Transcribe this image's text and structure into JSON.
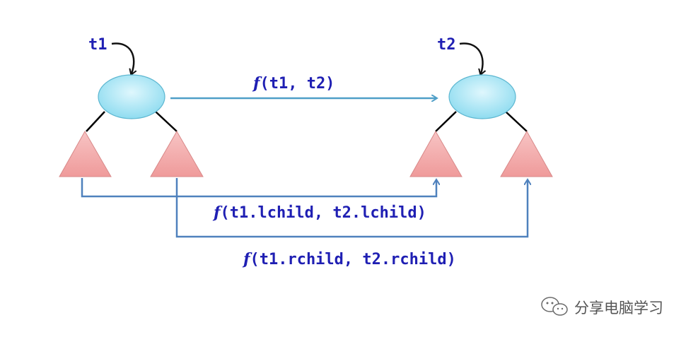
{
  "nodes": {
    "t1": "t1",
    "t2": "t2"
  },
  "edges": {
    "root_call": {
      "fn": "f",
      "args": "(t1, t2)"
    },
    "lchild_call": {
      "fn": "f",
      "args": "(t1.lchild, t2.lchild)"
    },
    "rchild_call": {
      "fn": "f",
      "args": "(t1.rchild, t2.rchild)"
    }
  },
  "watermark": {
    "text": "分享电脑学习",
    "icon": "wechat-icon"
  },
  "colors": {
    "node_fill": "#9fe4f5",
    "node_stroke": "#5cb6d0",
    "subtree_fill": "#f4a8a8",
    "subtree_stroke": "#d88888",
    "arrow_root": "#4f9fc8",
    "arrow_child": "#4f81bd",
    "label": "#1f1fb3"
  }
}
